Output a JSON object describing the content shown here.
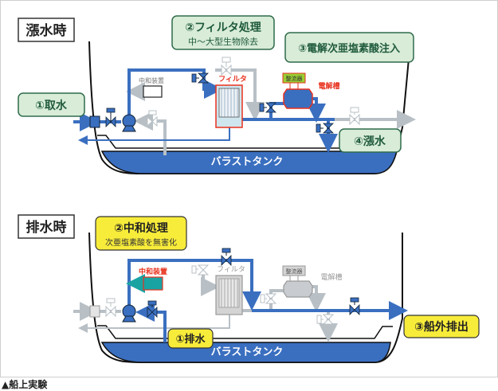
{
  "colors": {
    "active_pipe": "#3a6fc0",
    "inactive_pipe": "#b8c0c6",
    "tank": "#3a6fc0",
    "green_box_fill": "#d8ecd8",
    "green_box_border": "#2f6b4b",
    "green_box_text": "#1f5a3c",
    "yellow_box_fill": "#f8ec3a",
    "red_label": "#e8321e",
    "neutralizer_active": "#1aa3a3"
  },
  "ballasting": {
    "title": "漲水時",
    "step1": "①取水",
    "step2_title": "②フィルタ処理",
    "step2_sub": "中～大型生物除去",
    "step3": "③電解次亜塩素酸注入",
    "step4": "④漲水",
    "neutralizer_label": "中和装置",
    "filter_label": "フィルタ",
    "rectifier_label": "整流器",
    "electrolyzer_label": "電解槽",
    "tank_label": "バラストタンク"
  },
  "deballasting": {
    "title": "排水時",
    "step1": "①排水",
    "step2_title": "②中和処理",
    "step2_sub": "次亜塩素酸を無害化",
    "step3": "③船外排出",
    "neutralizer_label": "中和装置",
    "filter_label": "フィルタ",
    "rectifier_label": "整流器",
    "electrolyzer_label": "電解槽",
    "tank_label": "バラストタンク"
  },
  "caption": "▲船上実験"
}
